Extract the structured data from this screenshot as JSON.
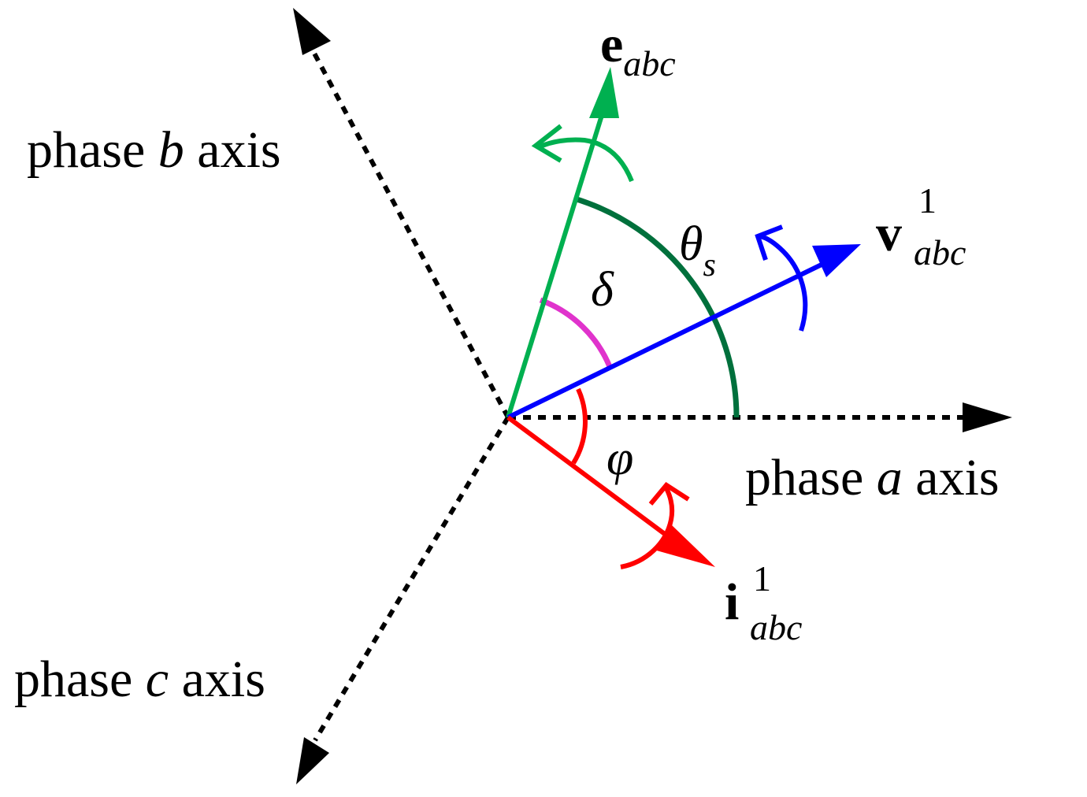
{
  "axes": {
    "a": {
      "prefix": "phase ",
      "letter": "a",
      "suffix": " axis"
    },
    "b": {
      "prefix": "phase ",
      "letter": "b",
      "suffix": " axis"
    },
    "c": {
      "prefix": "phase ",
      "letter": "c",
      "suffix": " axis"
    }
  },
  "vectors": {
    "e": {
      "main": "e",
      "sub": "abc",
      "sup": "",
      "color": "#00b050"
    },
    "v": {
      "main": "v",
      "sub": "abc",
      "sup": "1",
      "color": "#0000ff"
    },
    "i": {
      "main": "i",
      "sub": "abc",
      "sup": "1",
      "color": "#ff0000"
    }
  },
  "angles": {
    "theta": {
      "symbol": "θ",
      "sub": "s",
      "color": "#00703c"
    },
    "delta": {
      "symbol": "δ",
      "color": "#e033cc"
    },
    "phi": {
      "symbol": "φ",
      "color": "#ff0000"
    }
  },
  "axis_color": "#000000"
}
